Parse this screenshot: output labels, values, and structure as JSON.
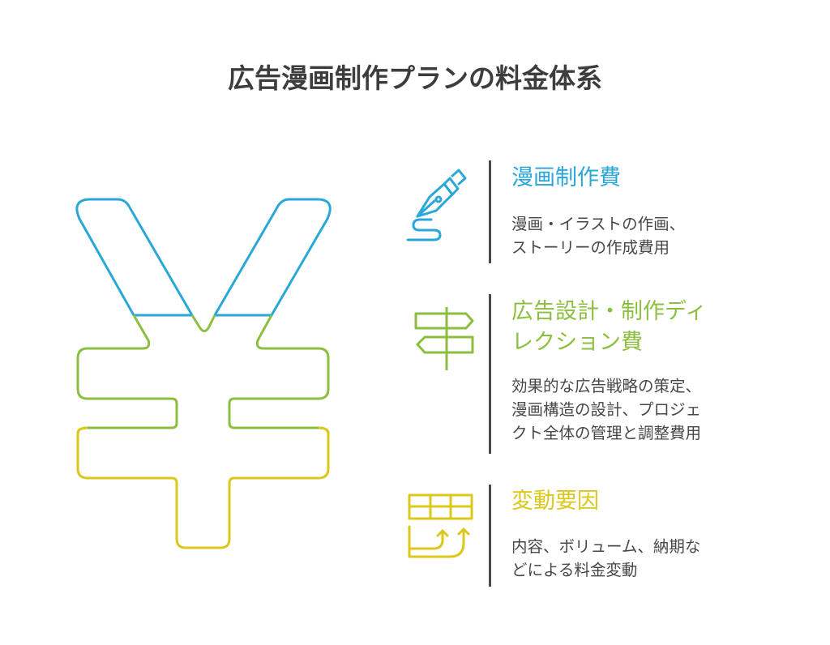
{
  "title": "広告漫画制作プランの料金体系",
  "colors": {
    "blue": "#2aa7d9",
    "green": "#8cbf3f",
    "yellow": "#dbc81a",
    "text": "#474747"
  },
  "sections": [
    {
      "icon": "fountain-pen-icon",
      "heading": "漫画制作費",
      "description_lines": [
        "漫画・イラストの作画、",
        "ストーリーの作成費用"
      ]
    },
    {
      "icon": "signpost-icon",
      "heading_lines": [
        "広告設計・制作ディ",
        "レクション費"
      ],
      "description_lines": [
        "効果的な広告戦略の策定、",
        "漫画構造の設計、プロジェ",
        "クト全体の管理と調整費用"
      ]
    },
    {
      "icon": "table-arrows-icon",
      "heading": "変動要因",
      "description_lines": [
        "内容、ボリューム、納期な",
        "どによる料金変動"
      ]
    }
  ]
}
